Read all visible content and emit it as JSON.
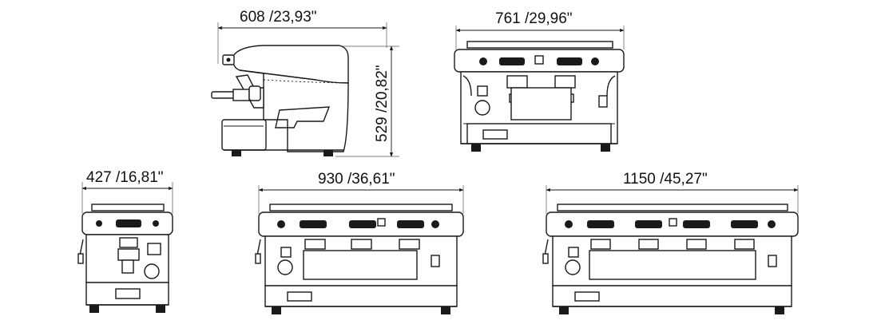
{
  "dimensions": {
    "side_depth": "608 /23,93\"",
    "front_width_2gr": "761 /29,96\"",
    "height": "529 /20,82\"",
    "front_width_1gr": "427 /16,81\"",
    "front_width_3gr": "930 /36,61\"",
    "front_width_4gr": "1150 /45,27\""
  },
  "colors": {
    "line": "#1a1a1a",
    "background": "#ffffff"
  }
}
